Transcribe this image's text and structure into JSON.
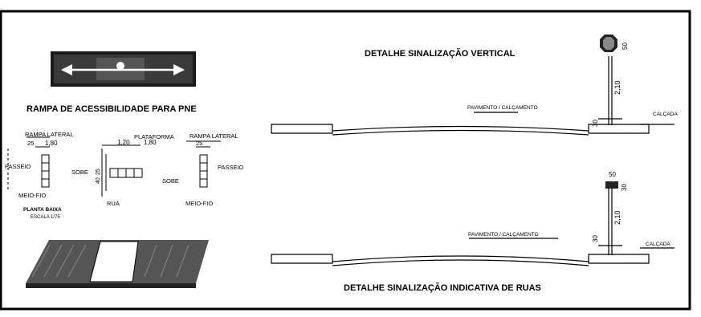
{
  "left": {
    "rampa_title": "RAMPA DE ACESSIBILIDADE PARA PNE",
    "rampa_lateral_left": "RAMPA LATERAL",
    "dim_25_left": "25",
    "dim_180_left": "1,80",
    "plataforma": "PLATAFORMA",
    "dim_120": "1,20",
    "dim_180_mid": "1,80",
    "rampa_lateral_right": "RAMPA LATERAL",
    "dim_25_right": "25",
    "passeio_left": "PASSEIO",
    "sobe_left": "SOBE",
    "dim_40": "40",
    "dim_25_vert": "25",
    "sobe_right": "SOBE",
    "passeio_right": "PASSEIO",
    "meio_fio_left": "MEIO-FIO",
    "rua": "RUA",
    "meio_fio_right": "MEIO-FIO",
    "planta_baixa": "PLANTA BAIXA",
    "escala": "ESCALA 1/75"
  },
  "top_detail": {
    "title": "DETALHE SINALIZAÇÃO VERTICAL",
    "pavimento": "PAVIMENTO / CALÇAMENTO",
    "calcada": "CALÇADA",
    "dim_30": "30",
    "dim_210": "2,10",
    "dim_50": "50"
  },
  "bottom_detail": {
    "title": "DETALHE SINALIZAÇÃO INDICATIVA DE RUAS",
    "pavimento": "PAVIMENTO / CALÇAMENTO",
    "calcada": "CALÇADA",
    "dim_30": "30",
    "dim_210": "2,10",
    "dim_50": "50",
    "dim_30_sign": "30"
  }
}
